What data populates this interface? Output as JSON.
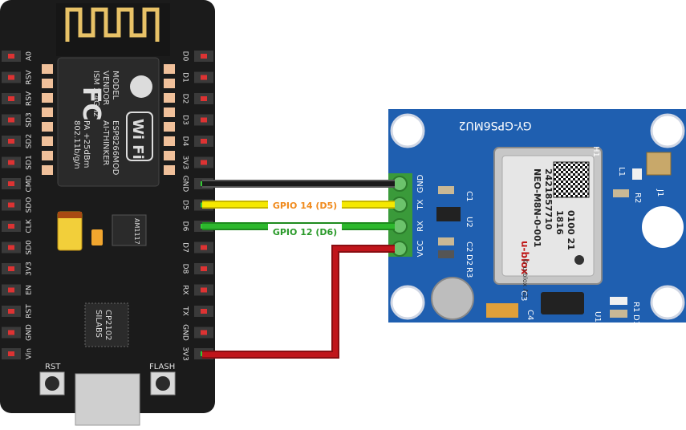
{
  "esp": {
    "model_lines": [
      "MODEL",
      "VENDOR",
      "ISM 2.4GHz",
      "PA +25dBm",
      "802.11b/g/n"
    ],
    "model_values": [
      "ESP8266MOD",
      "AI-THINKER"
    ],
    "wifi_text": "Wi Fi",
    "fc_text": "FC",
    "left_pins": [
      "A0",
      "RSV",
      "RSV",
      "SD3",
      "SD2",
      "SD1",
      "CMD",
      "SDO",
      "CLK",
      "SD0",
      "3V3",
      "EN",
      "RST",
      "GND",
      "Vin"
    ],
    "right_pins": [
      "D0",
      "D1",
      "D2",
      "D3",
      "D4",
      "3V3",
      "GND",
      "D5",
      "D6",
      "D7",
      "D8",
      "RX",
      "TX",
      "GND",
      "3V3"
    ],
    "regulator": "AM1117",
    "usb_chip": [
      "SILABS",
      "CP2102"
    ],
    "rst_label": "RST",
    "flash_label": "FLASH"
  },
  "wires": {
    "d5_label": "GPIO 14 (D5)",
    "d6_label": "GPIO 12 (D6)",
    "colors": {
      "gnd": "#1a1a1a",
      "d5": "#f5e800",
      "d6": "#2db82d",
      "vcc": "#c0151b",
      "d5_text": "#f08a1c",
      "d6_text": "#2a9a2a"
    }
  },
  "gps": {
    "title": "GY-GPS6MU2",
    "pins": [
      "GND",
      "TX",
      "RX",
      "VCC"
    ],
    "module_lines": [
      "NEO-M8N-0-001",
      "2421857710",
      "1816",
      "0100 21"
    ],
    "brand": "u-blox",
    "brand_ag": "© u-blox AG",
    "components": [
      "C1",
      "U2",
      "C2",
      "D2",
      "R3",
      "C3",
      "C4",
      "U1",
      "R1",
      "D1",
      "L1",
      "R2",
      "J1",
      "H1"
    ],
    "board_color": "#1f5fb0"
  }
}
